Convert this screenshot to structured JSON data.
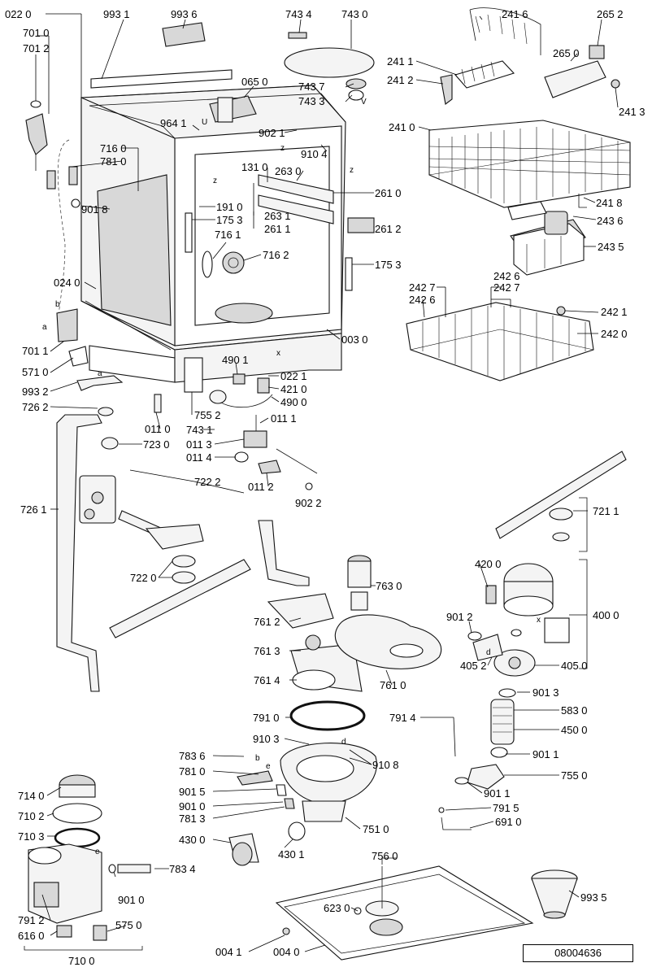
{
  "document_id": "08004636",
  "callouts": [
    "022 0",
    "993 1",
    "993 6",
    "743 4",
    "743 0",
    "241 6",
    "265 2",
    "701 0",
    "701 2",
    "065 0",
    "743 7",
    "743 3",
    "241 1",
    "241 2",
    "265 0",
    "241 3",
    "964 1",
    "902 1",
    "241 0",
    "716 0",
    "781 0",
    "910 4",
    "131 0",
    "263 0",
    "901 8",
    "191 0",
    "175 3",
    "261 0",
    "263 1",
    "261 1",
    "241 8",
    "261 2",
    "243 6",
    "716 1",
    "716 2",
    "243 5",
    "175 3",
    "024 0",
    "242 7",
    "242 6",
    "242 7",
    "242 6",
    "242 1",
    "701 1",
    "003 0",
    "242 0",
    "571 0",
    "490 1",
    "022 1",
    "421 0",
    "993 2",
    "490 0",
    "726 2",
    "755 2",
    "011 0",
    "011 1",
    "743 1",
    "723 0",
    "011 3",
    "011 4",
    "722 2",
    "011 2",
    "902 2",
    "721 1",
    "726 1",
    "420 0",
    "722 0",
    "763 0",
    "400 0",
    "761 2",
    "901 2",
    "761 3",
    "405 2",
    "405 0",
    "761 4",
    "761 0",
    "901 3",
    "583 0",
    "791 0",
    "791 4",
    "450 0",
    "910 3",
    "783 6",
    "910 8",
    "901 1",
    "781 0",
    "755 0",
    "714 0",
    "901 5",
    "901 1",
    "901 0",
    "710 2",
    "791 5",
    "781 3",
    "751 0",
    "691 0",
    "710 3",
    "430 0",
    "430 1",
    "783 4",
    "756 0",
    "901 0",
    "993 5",
    "791 2",
    "575 0",
    "623 0",
    "616 0",
    "004 1",
    "004 0",
    "710 0"
  ]
}
